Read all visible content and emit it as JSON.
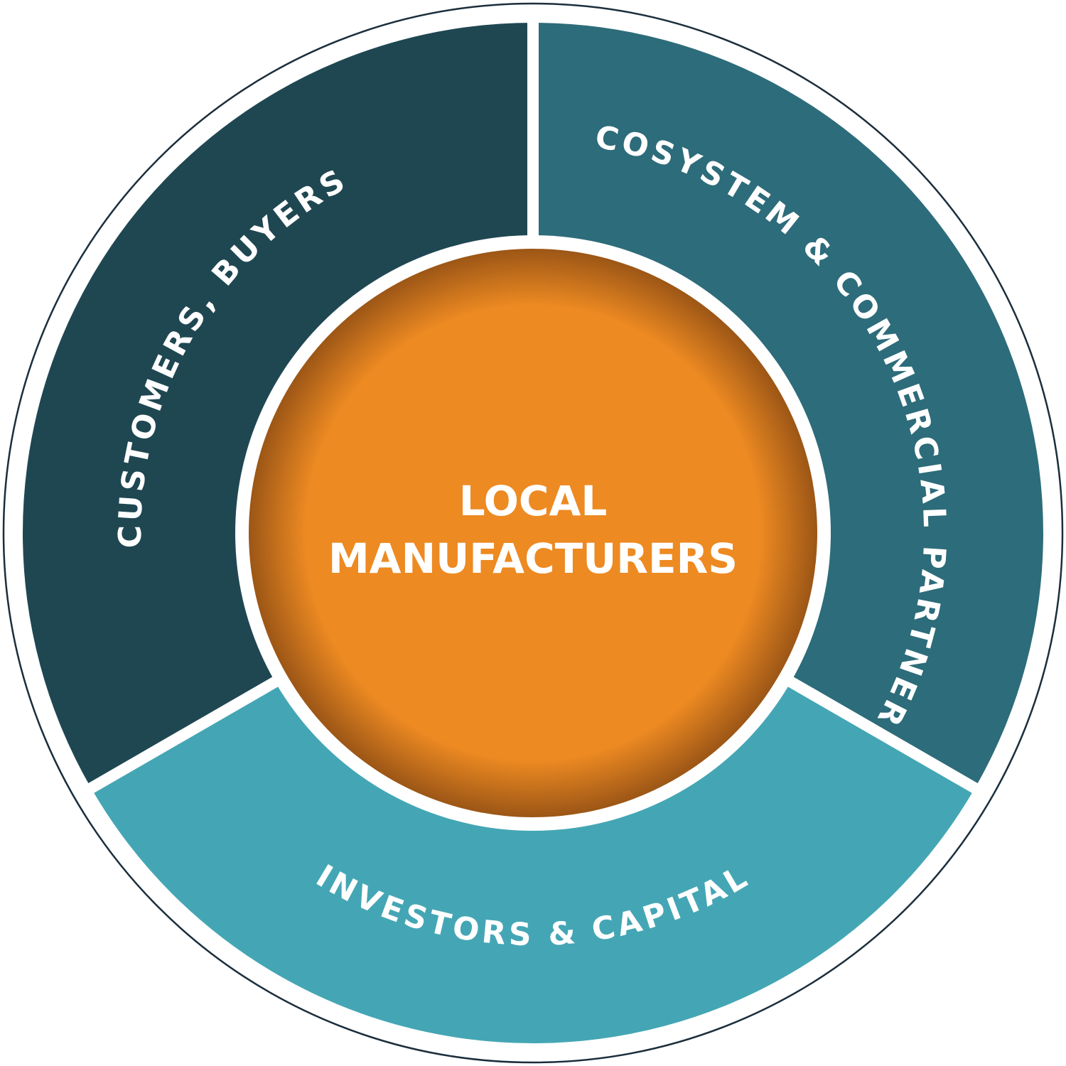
{
  "diagram": {
    "center": {
      "line1": "LOCAL",
      "line2": "MANUFACTURERS",
      "color": "#ED8A22",
      "shade_color": "#9C5616"
    },
    "segments": [
      {
        "id": "customers",
        "label": "CUSTOMERS, BUYERS",
        "color": "#1F4752"
      },
      {
        "id": "ecosystem",
        "label": "ECOSYSTEM & COMMERCIAL PARTNERS",
        "color": "#2D6C7A"
      },
      {
        "id": "investors",
        "label": "INVESTORS & CAPITAL",
        "color": "#44A6B4"
      }
    ],
    "outline_color": "#1B2E3C",
    "divider_color": "#FFFFFF"
  }
}
